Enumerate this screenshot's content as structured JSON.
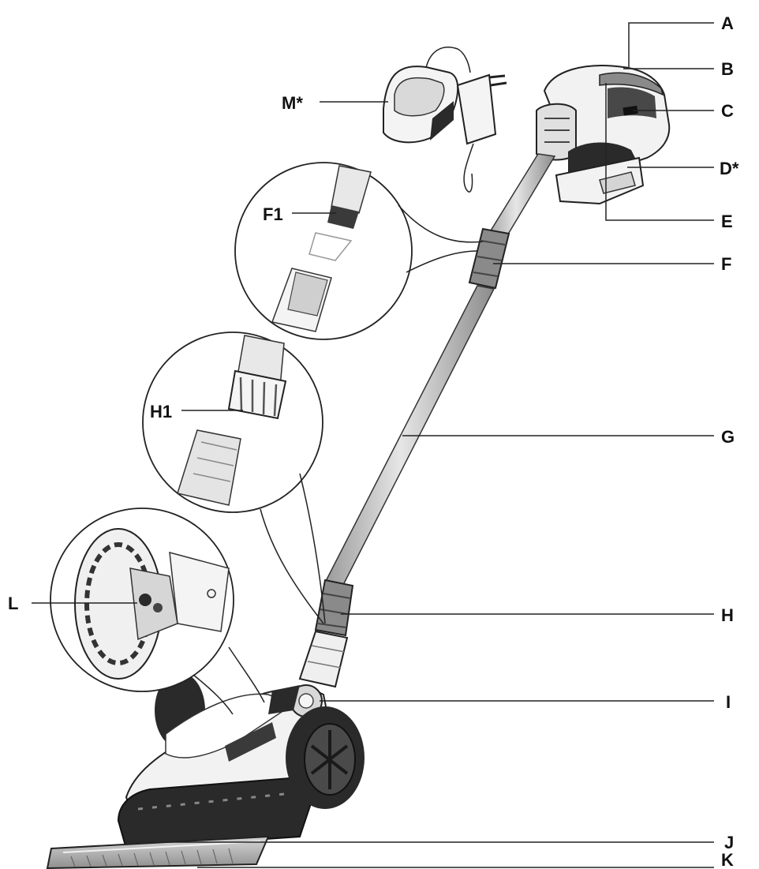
{
  "labels": {
    "A": "A",
    "B": "B",
    "C": "C",
    "D": "D*",
    "E": "E",
    "F": "F",
    "G": "G",
    "H": "H",
    "I": "I",
    "J": "J",
    "K": "K",
    "L": "L",
    "M": "M*",
    "F1": "F1",
    "H1": "H1"
  },
  "colors": {
    "body": "#f2f2f2",
    "outline": "#222222",
    "dark": "#2a2a2a",
    "mid": "#8a8a8a",
    "tube": "#c9c9c9",
    "blade": "#b5b5b5"
  }
}
